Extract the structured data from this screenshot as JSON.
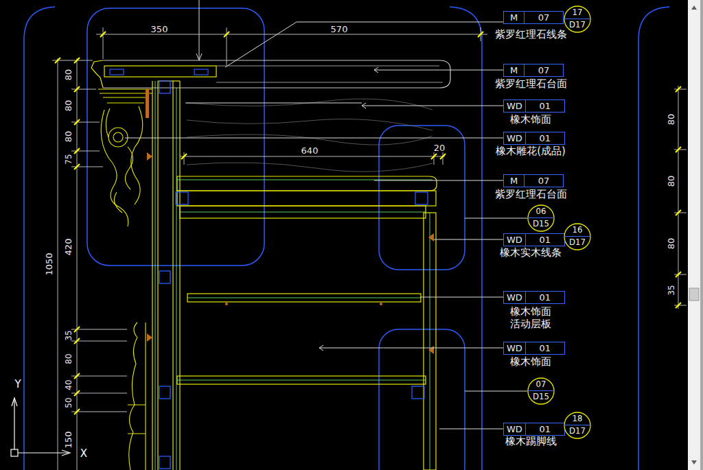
{
  "diagram": {
    "nodes": [
      {
        "text": [
          "M",
          "07"
        ]
      },
      {
        "text": [
          "17",
          "D17"
        ]
      },
      {
        "text": [
          "M",
          "07"
        ]
      },
      {
        "text": [
          "WD",
          "01"
        ]
      },
      {
        "text": [
          "WD",
          "01"
        ]
      },
      {
        "text": [
          "M",
          "07"
        ]
      },
      {
        "text": [
          "06",
          "D15"
        ]
      },
      {
        "text": [
          "WD",
          "01"
        ]
      },
      {
        "text": [
          "16",
          "D17"
        ]
      },
      {
        "text": [
          "WD",
          "01"
        ]
      },
      {
        "text": [
          "WD",
          "01"
        ]
      },
      {
        "text": [
          "07",
          "D15"
        ]
      },
      {
        "text": [
          "WD",
          "01"
        ]
      },
      {
        "text": [
          "18",
          "D17"
        ]
      }
    ],
    "labels": [
      "350",
      "570",
      "640",
      "20",
      "80",
      "80",
      "80",
      "75",
      "1050",
      "420",
      "35",
      "80",
      "40",
      "50",
      "150",
      "80",
      "80",
      "80",
      "35",
      "紫罗红理石线条",
      "紫罗红理石台面",
      "橡木饰面",
      "橡木雕花(成品)",
      "紫罗红理石台面",
      "橡木实木线条",
      "橡木饰面 活动层板",
      "橡木饰面",
      "橡木踢脚线",
      "Y",
      "X"
    ]
  }
}
